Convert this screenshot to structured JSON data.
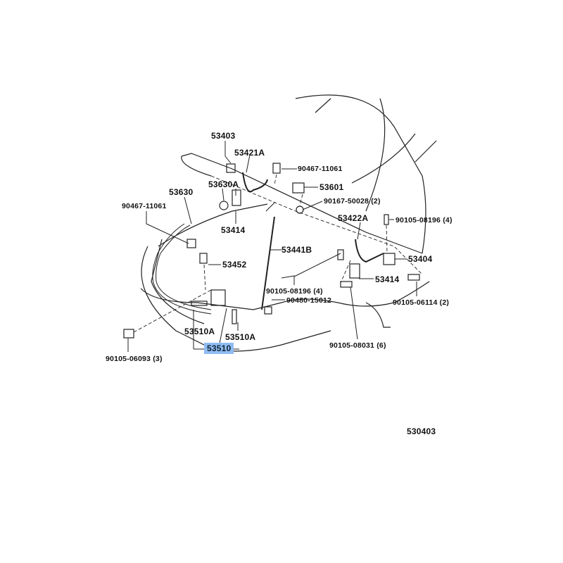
{
  "diagram": {
    "labels": {
      "p53403": "53403",
      "p53421A": "53421A",
      "p90467_right": "90467-11061",
      "p53601": "53601",
      "p53630A": "53630A",
      "p53630": "53630",
      "p90467_left": "90467-11061",
      "p90167": "90167-50028 (2)",
      "p53414_left": "53414",
      "p53422A": "53422A",
      "p90105_08196_right": "90105-08196 (4)",
      "p53441B": "53441B",
      "p53404": "53404",
      "p53452": "53452",
      "p53414_right": "53414",
      "p90105_08196_left": "90105-08196 (4)",
      "p90480": "90480-15012",
      "p90105_06114": "90105-06114 (2)",
      "p53510A_left": "53510A",
      "p53510A_right": "53510A",
      "p53510": "53510",
      "p90105_06093": "90105-06093 (3)",
      "p90105_08031": "90105-08031 (6)"
    },
    "figure_number": "530403",
    "highlight_color": "#8fbcf2"
  }
}
